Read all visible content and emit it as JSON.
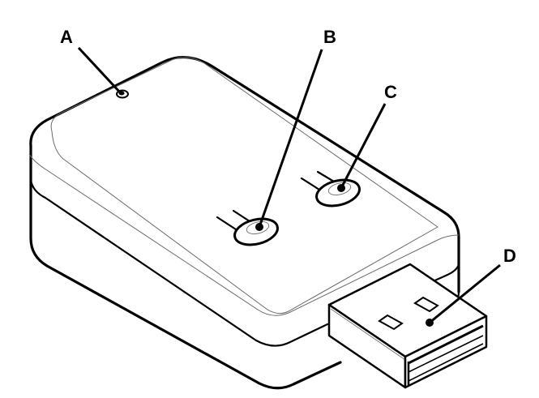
{
  "diagram": {
    "subject": "USB dongle device (isometric line drawing)",
    "background": "#ffffff",
    "line_color": "#000000",
    "callouts": [
      {
        "id": "A",
        "label": "A",
        "target": "indicator-led-hole"
      },
      {
        "id": "B",
        "label": "B",
        "target": "button-left"
      },
      {
        "id": "C",
        "label": "C",
        "target": "button-right"
      },
      {
        "id": "D",
        "label": "D",
        "target": "usb-a-connector"
      }
    ]
  }
}
